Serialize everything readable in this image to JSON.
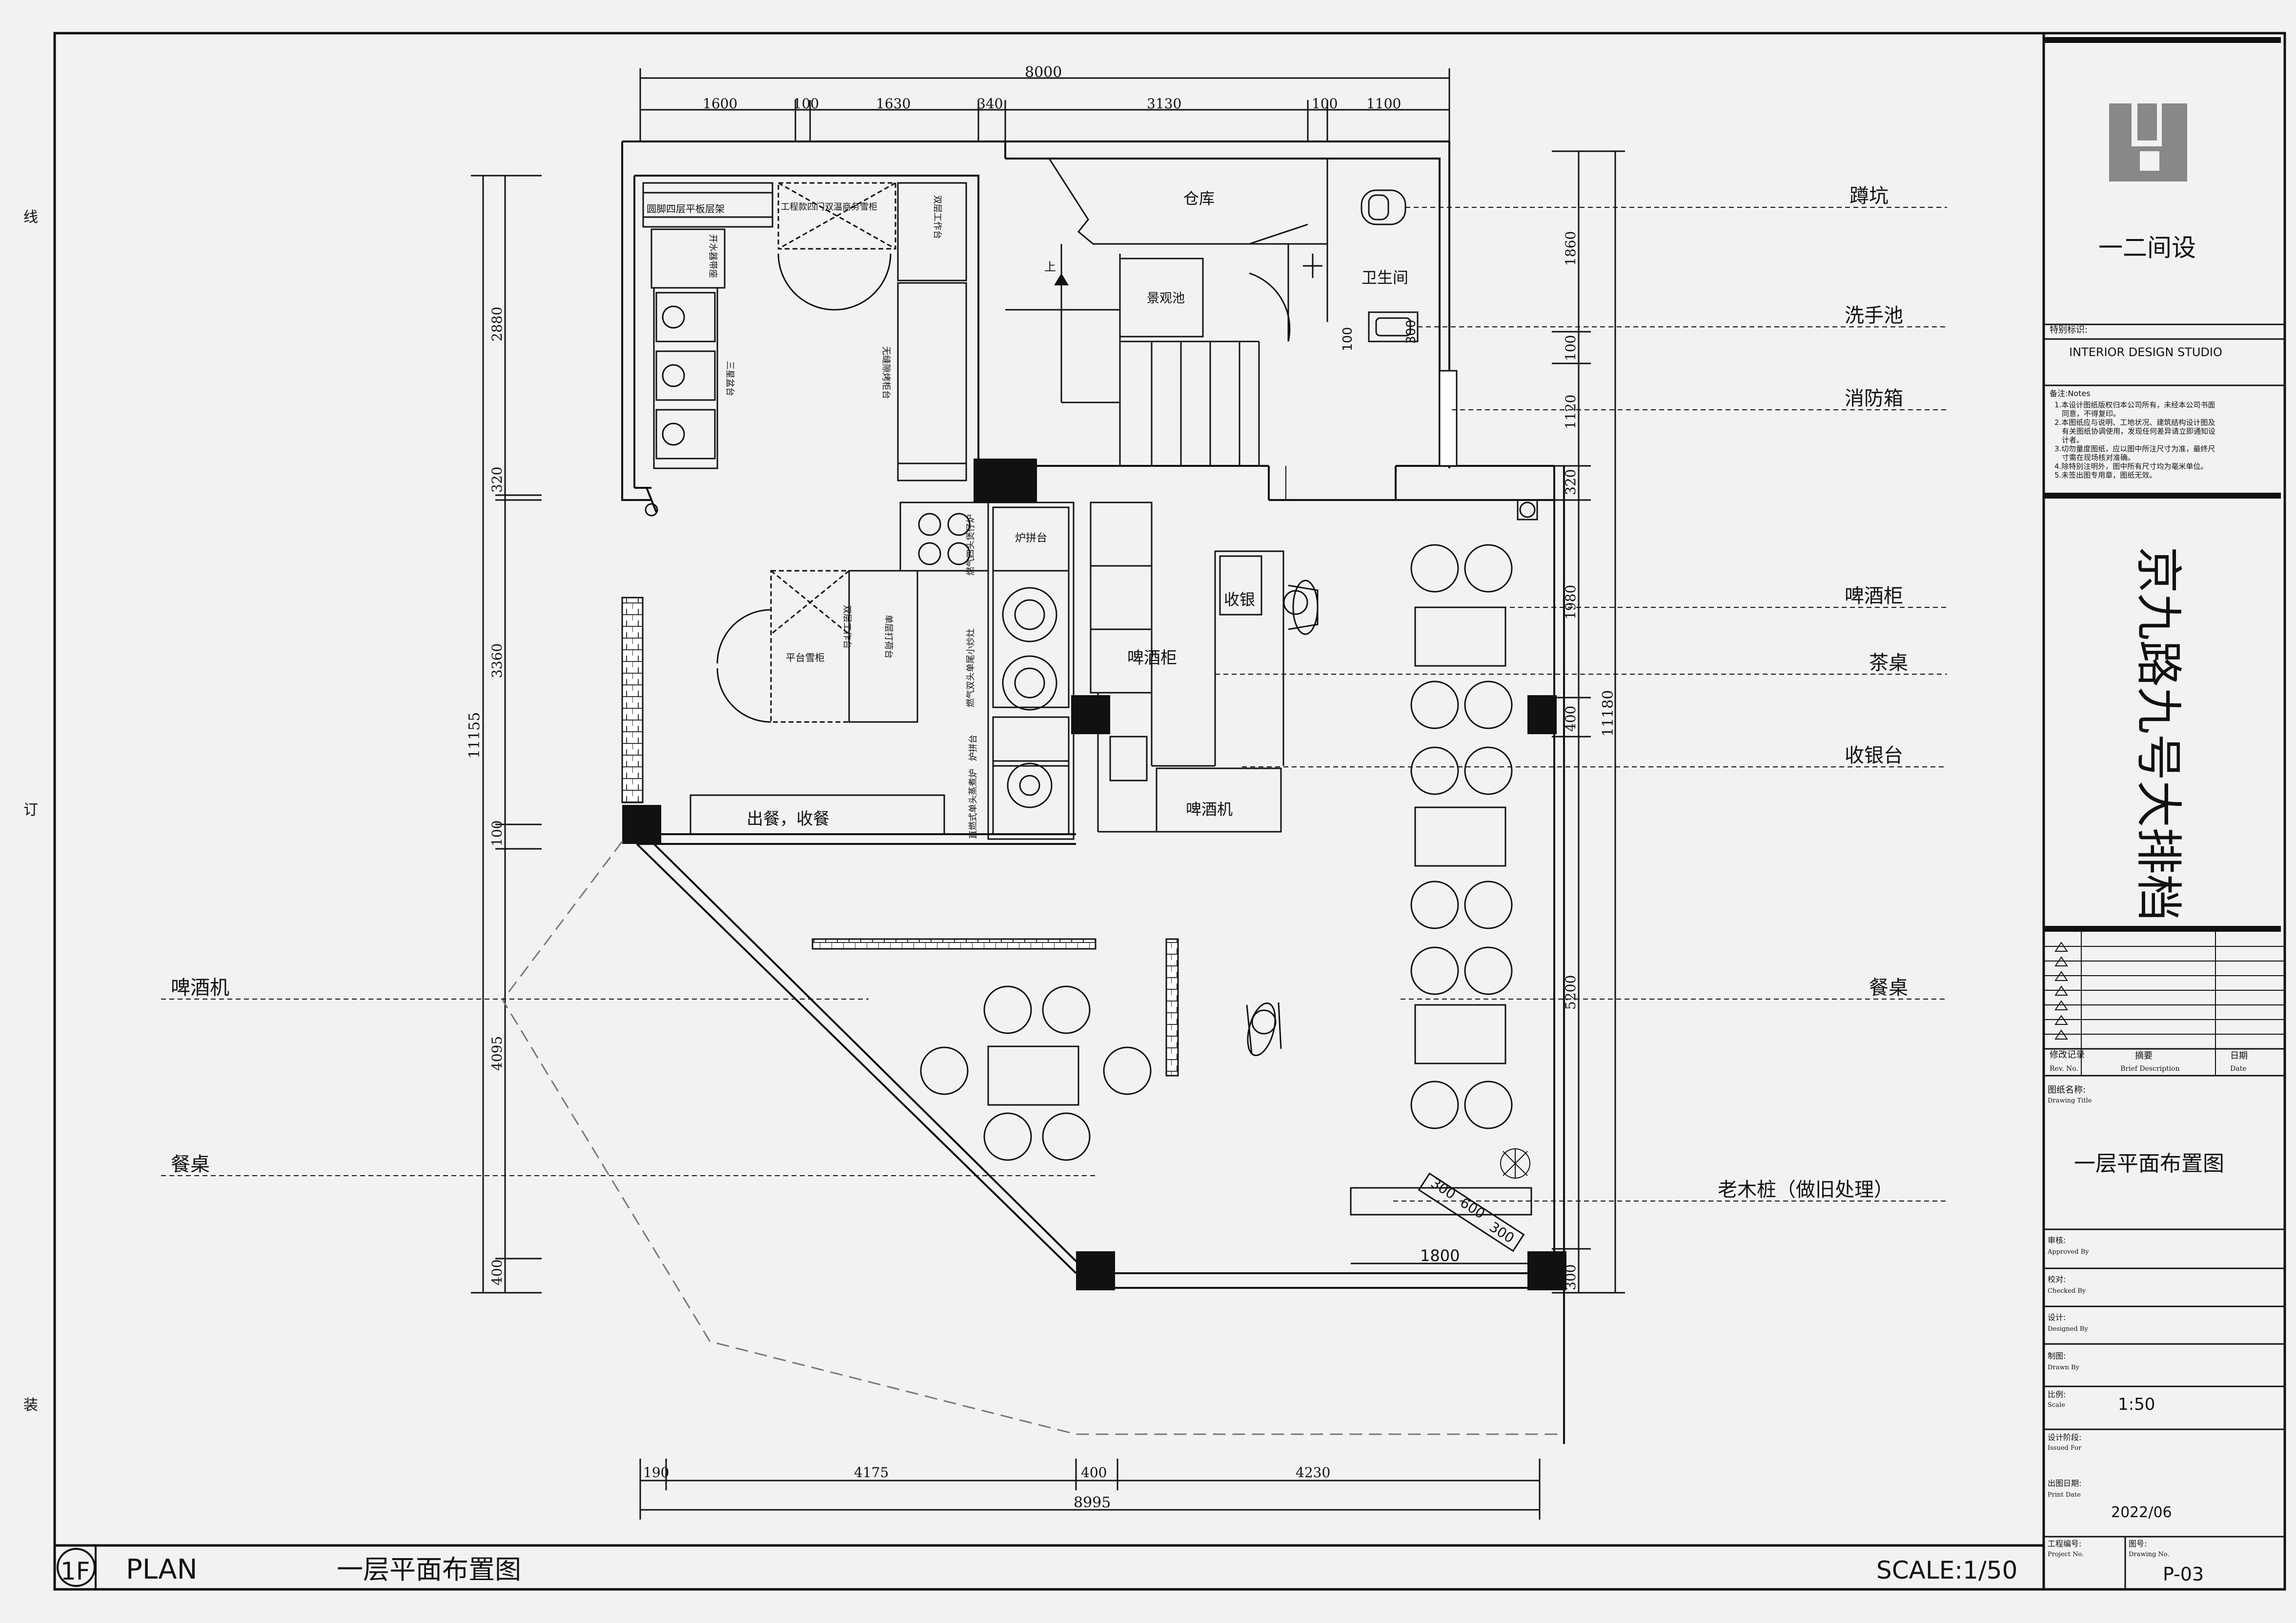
{
  "title_block": {
    "studio_name": "一二间设",
    "special_mark_label": "特别标识:",
    "studio_en": "INTERIOR DESIGN STUDIO",
    "notes_label": "备注:Notes",
    "notes": [
      "1.本设计图纸版权归本公司所有，未经本公司书面",
      "同意，不得复印。",
      "2.本图纸应与说明、工地状况、建筑结构设计图及",
      "有关图纸协调使用，发现任何差异请立即通知设",
      "计者。",
      "3.切勿量度图纸，应以图中所注尺寸为准，最终尺",
      "寸需在现场核对准确。",
      "4.除特别注明外，图中所有尺寸均为毫米单位。",
      "5.未签出图专用章，图纸无效。"
    ],
    "project_name": "京九路九号大排档",
    "revision_header": {
      "rev": "修改记录",
      "rev_en": "Rev.  No.",
      "desc": "摘要",
      "desc_en": "Brief Description",
      "date": "日期",
      "date_en": "Date"
    },
    "drawing_title_label": "图纸名称:",
    "drawing_title_en": "Drawing Title",
    "drawing_title": "一层平面布置图",
    "approved_label": "审核:",
    "approved_en": "Approved By",
    "checked_label": "校对:",
    "checked_en": "Checked By",
    "designed_label": "设计:",
    "designed_en": "Designed By",
    "drawn_label": "制图:",
    "drawn_en": "Drawn By",
    "scale_label": "比例:",
    "scale_en": "Scale",
    "scale_value": "1:50",
    "issued_label": "设计阶段:",
    "issued_en": "Issued For",
    "print_date_label": "出图日期:",
    "print_date_en": "Print Date",
    "print_date": "2022/06",
    "project_no_label": "工程编号:",
    "project_no_en": "Project No.",
    "drawing_no_label": "图号:",
    "drawing_no_en": "Drawing No.",
    "drawing_no": "P-03"
  },
  "bottom_bar": {
    "floor": "1F",
    "plan": "PLAN",
    "title": "一层平面布置图",
    "scale": "SCALE:1/50"
  },
  "side_marks": {
    "top": "线",
    "middle": "订",
    "bottom": "装"
  },
  "dims_top": {
    "total": "8000",
    "segments": [
      "1600",
      "100",
      "1630",
      "340",
      "3130",
      "100",
      "1100"
    ]
  },
  "dims_bottom": {
    "total": "8995",
    "segments": [
      "190",
      "4175",
      "400",
      "4230"
    ]
  },
  "dims_left": {
    "total": "11155",
    "segments": [
      "2880",
      "320",
      "3360",
      "100",
      "4095",
      "400"
    ]
  },
  "dims_right": {
    "total": "11180",
    "segments": [
      "1860",
      "100",
      "1120",
      "320",
      "1980",
      "400",
      "5200",
      "300"
    ]
  },
  "dims_misc": {
    "d100": "100",
    "d300": "300",
    "d1800": "1800",
    "d300a": "300",
    "d600": "600",
    "d300b": "300"
  },
  "rooms": {
    "storage": "仓库",
    "wc": "卫生间",
    "pond": "景观池",
    "up": "上",
    "cashier": "收银",
    "beer_cabinet": "啤酒柜",
    "beer_machine": "啤酒机",
    "serve": "出餐，收餐",
    "stove": "炉拼台"
  },
  "kitchen_labels": {
    "shelf": "圆脚四层平板层架",
    "fridge4": "工程款四门双温商务雪柜",
    "double_bench": "双层工作台",
    "sink_bench": "开水器带座",
    "sink3": "三星盆台",
    "cabinet_bench": "无缝隙烤柜台",
    "flat_fridge": "平台雪柜",
    "double_fridge": "双层工作台",
    "single_bench": "单层打荷台",
    "gas4": "燃气四头煲仔炉",
    "gas_stove": "燃气双头单尾小炒灶",
    "stove_bottom": "炉拼台",
    "gas_single": "直燃式单头蒸煮炉"
  },
  "callouts": {
    "squat": "蹲坑",
    "washbasin": "洗手池",
    "fire_box": "消防箱",
    "beer_cabinet": "啤酒柜",
    "tea_table": "茶桌",
    "cashier": "收银台",
    "table": "餐桌",
    "wood": "老木桩（做旧处理）",
    "beer_machine_left": "啤酒机",
    "table_left": "餐桌"
  }
}
